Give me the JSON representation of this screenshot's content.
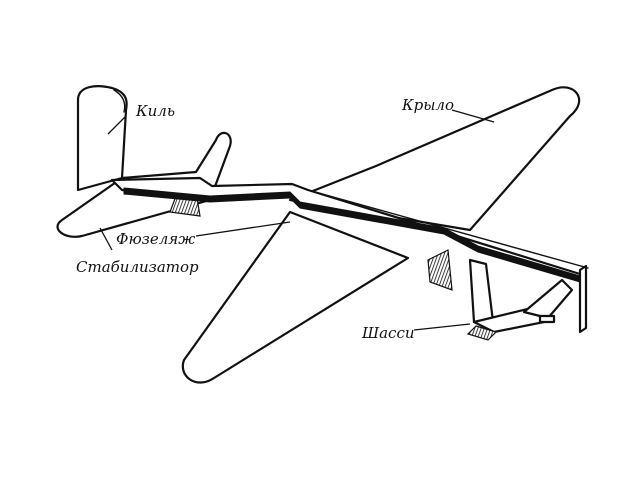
{
  "labels": {
    "fin": "Киль",
    "wing": "Крыло",
    "fuselage": "Фюзеляж",
    "stabilizer": "Стабилизатор",
    "landing_gear": "Шасси"
  }
}
